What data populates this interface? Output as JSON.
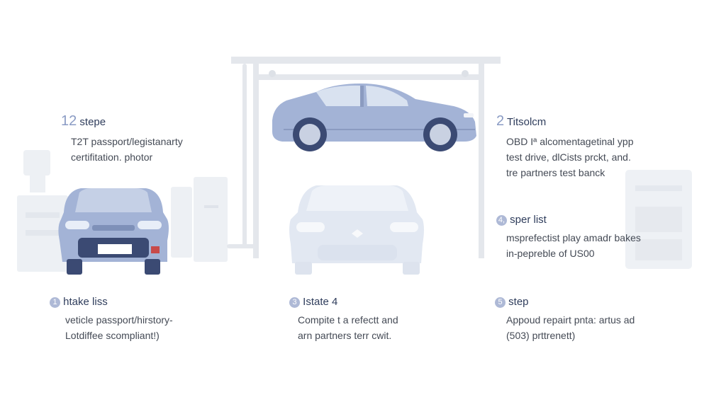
{
  "steps": {
    "s12": {
      "number": "12",
      "title": "stepe",
      "lines": [
        "T2T passport/legistanarty",
        "certifitation. photor"
      ]
    },
    "s2": {
      "number": "2",
      "title": "Titsolcm",
      "lines": [
        "OBD Iª alcomentagetinal ypp",
        "test drive, dlCists prckt, and.",
        "tre partners test banck"
      ]
    },
    "s4": {
      "number": "4,",
      "title": "sper list",
      "lines": [
        "msprefectist play amadr bakes",
        "in-pepreble of US00"
      ]
    },
    "s1": {
      "number": "1",
      "title": "htake liss",
      "lines": [
        "veticle passport/hirstory-",
        "Lotdiffee scompliant!)"
      ]
    },
    "s3": {
      "number": "3",
      "title": "Istate 4",
      "lines": [
        "Compite t a refectt and",
        "arn partners terr cwit."
      ]
    },
    "s5": {
      "number": "5",
      "title": "step",
      "lines": [
        "Appoud repairt pnta: artus ad",
        "(503) prttrenett)"
      ]
    }
  },
  "colors": {
    "car_body": "#a3b3d6",
    "car_body_light": "#e2e8f2",
    "car_dark": "#3b4a73",
    "lift": "#e6e9ee",
    "accent": "#8a9bc4"
  },
  "icons": [
    "lift-structure",
    "car-on-lift-icon",
    "front-car-icon",
    "faded-front-car-icon",
    "machine-icon",
    "cabinet-icon"
  ]
}
